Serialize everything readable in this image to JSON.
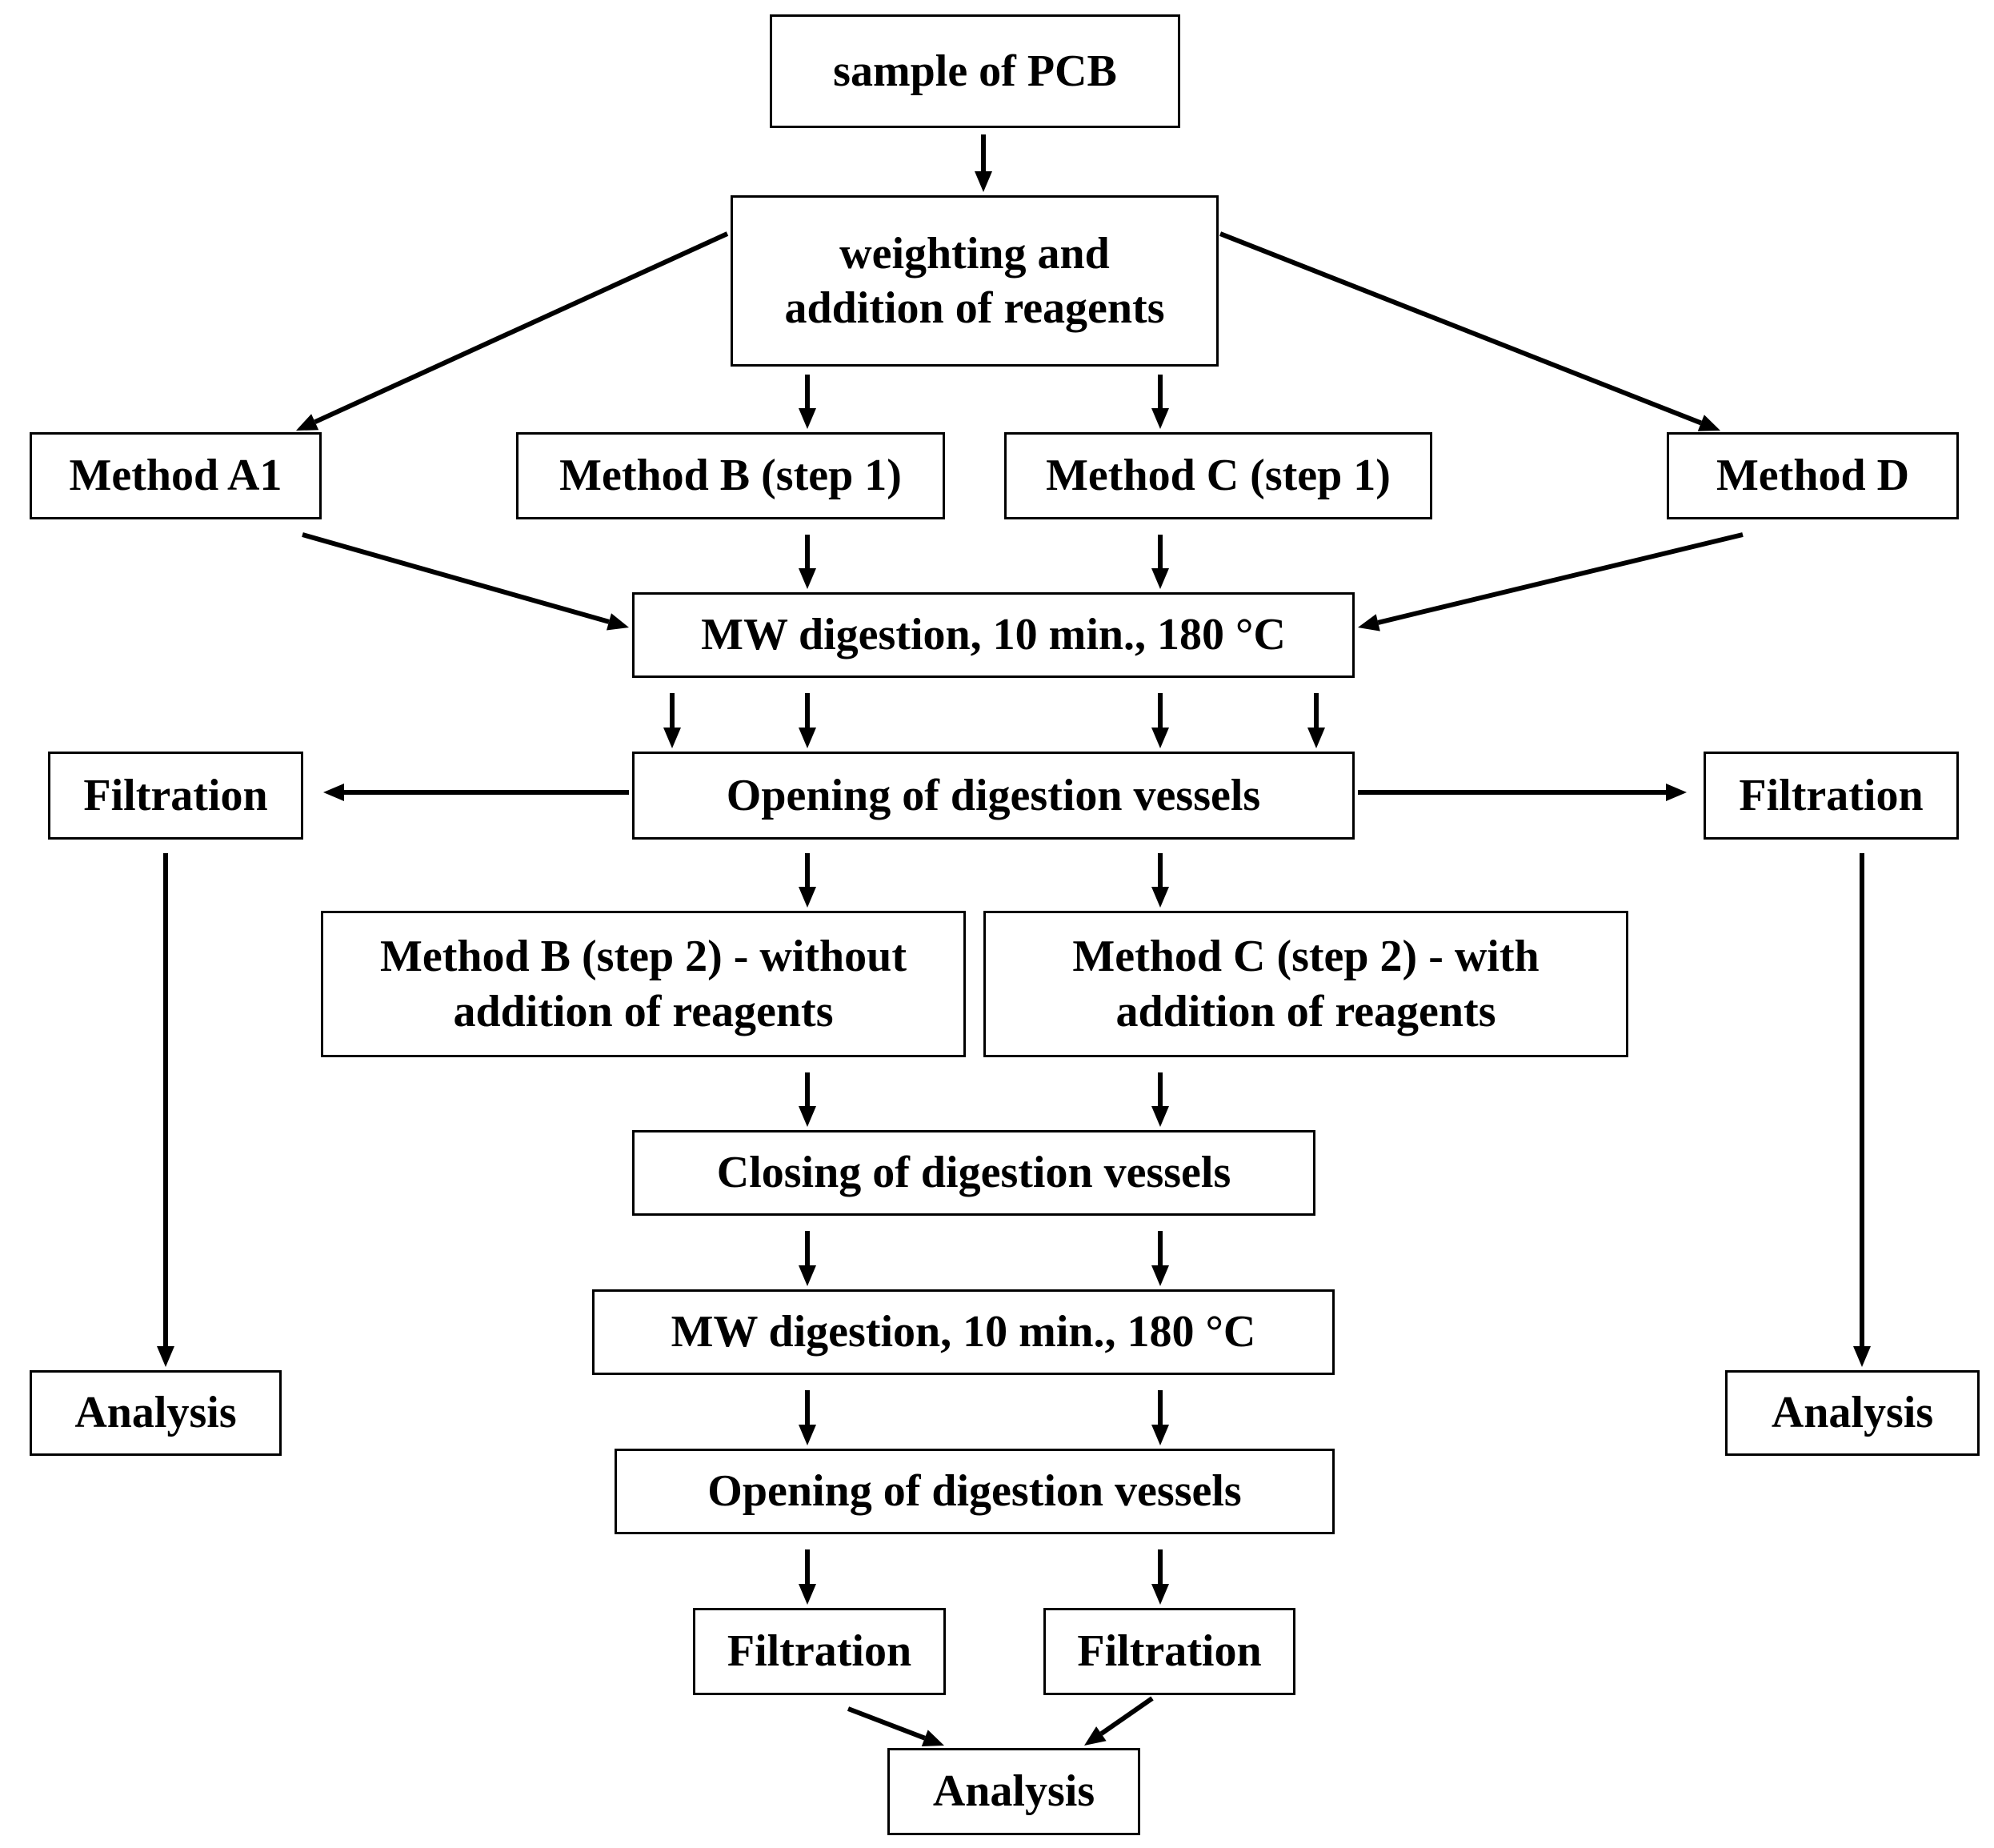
{
  "nodes": {
    "sample": "sample of PCB",
    "weighting_line1": "weighting and",
    "weighting_line2": "addition of reagents",
    "method_a1": "Method A1",
    "method_b1": "Method B  (step 1)",
    "method_c1": "Method C  (step 1)",
    "method_d": "Method D",
    "mw_digestion_1": "MW digestion, 10 min., 180 °C",
    "opening_1": "Opening of digestion vessels",
    "filtration_left": "Filtration",
    "filtration_right": "Filtration",
    "method_b2_line1": "Method B  (step 2)  - without",
    "method_b2_line2": "addition of reagents",
    "method_c2_line1": "Method C  (step 2)  - with",
    "method_c2_line2": "addition of reagents",
    "closing": "Closing of digestion vessels",
    "mw_digestion_2": "MW digestion, 10 min., 180 °C",
    "opening_2": "Opening of digestion vessels",
    "filtration_b": "Filtration",
    "filtration_c": "Filtration",
    "analysis_left": "Analysis",
    "analysis_right": "Analysis",
    "analysis_bottom": "Analysis"
  }
}
